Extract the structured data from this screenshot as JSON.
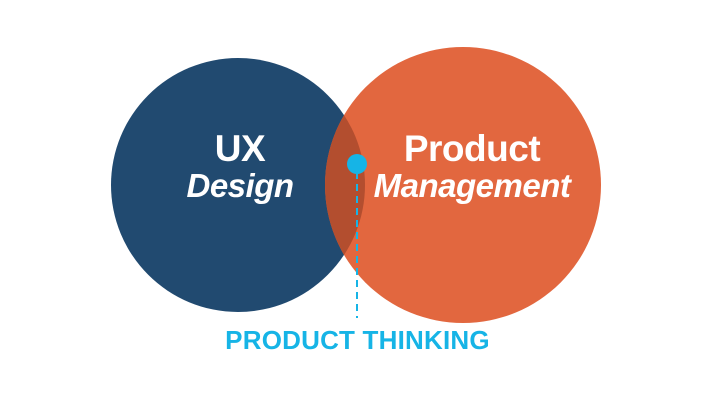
{
  "diagram": {
    "left_circle": {
      "line1": "UX",
      "line2": "Design",
      "color": "#214a70"
    },
    "right_circle": {
      "line1": "Product",
      "line2": "Management",
      "color": "#e2673f"
    },
    "overlap_color": "#b34e2f",
    "intersection_label": "PRODUCT THINKING",
    "accent_color": "#16b4e6"
  }
}
